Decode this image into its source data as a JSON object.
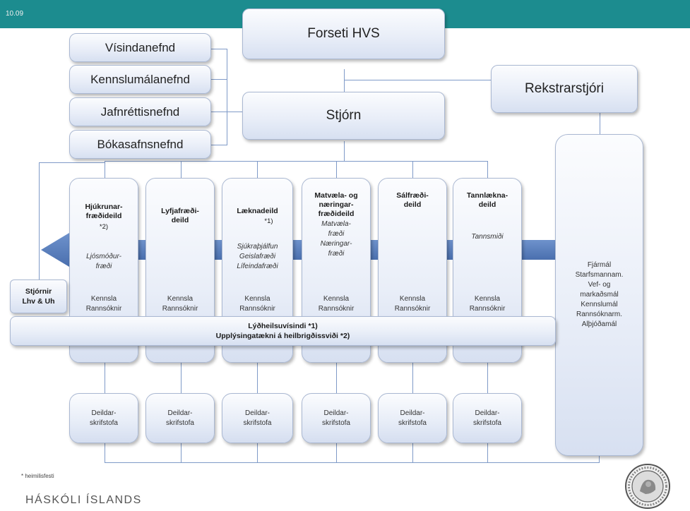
{
  "slide_number": "10.09",
  "top_boxes": {
    "president": "Forseti HVS",
    "board": "Stjórn",
    "ceo": "Rekstrarstjóri"
  },
  "committees": [
    "Vísindanefnd",
    "Kennslumálanefnd",
    "Jafnréttisnefnd",
    "Bókasafnsnefnd"
  ],
  "boards_label": "Stjórnir\nLhv & Uh",
  "faculties": [
    {
      "name": "Hjúkrunar-\nfræðideild",
      "note": "*2)",
      "sub": "Ljósmóður-\nfræði",
      "teach": "Kennsla\nRannsóknir"
    },
    {
      "name": "Lyfjafræði-\ndeild",
      "note": "",
      "sub": "",
      "teach": "Kennsla\nRannsóknir"
    },
    {
      "name": "Læknadeild",
      "note": "*1)",
      "sub": "Sjúkraþjálfun\nGeislafræði\nLífeindafræði",
      "teach": "Kennsla\nRannsóknir"
    },
    {
      "name": "Matvæla- og\nnæringar-\nfræðideild",
      "note": "",
      "sub": "Matvæla-\nfræði\nNæringar-\nfræði",
      "teach": "Kennsla\nRannsóknir"
    },
    {
      "name": "Sálfræði-\ndeild",
      "note": "",
      "sub": "",
      "teach": "Kennsla\nRannsóknir"
    },
    {
      "name": "Tannlækna-\ndeild",
      "note": "",
      "sub": "Tannsmiði",
      "teach": "Kennsla\nRannsóknir"
    }
  ],
  "public_health": {
    "line1": "Lýðheilsuvísindi *1)",
    "line2": "Upplýsingatækni á heilbrigðissviði *2)"
  },
  "admin": "Fjármál\nStarfsmannam.\nVef- og\nmarkaðsmál\nKennslumál\nRannsóknarm.\nAlþjóðamál",
  "offices": [
    "Deildar-\nskrifstofa",
    "Deildar-\nskrifstofa",
    "Deildar-\nskrifstofa",
    "Deildar-\nskrifstofa",
    "Deildar-\nskrifstofa",
    "Deildar-\nskrifstofa"
  ],
  "footnote": "* heimilisfesti",
  "university": "HÁSKÓLI ÍSLANDS",
  "colors": {
    "header": "#1c8c8f",
    "band": "#5a7fbe",
    "connector": "#7f9ac8"
  }
}
